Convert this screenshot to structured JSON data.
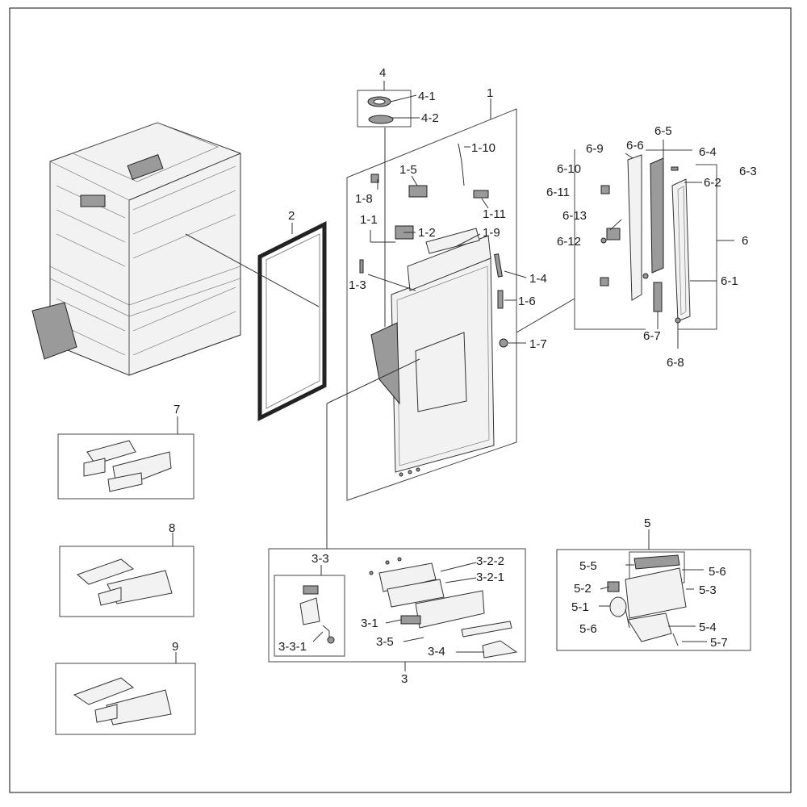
{
  "callouts": [
    {
      "id": "4",
      "text": "4"
    },
    {
      "id": "4-1",
      "text": "4-1"
    },
    {
      "id": "4-2",
      "text": "4-2"
    },
    {
      "id": "1",
      "text": "1"
    },
    {
      "id": "1-10",
      "text": "1-10"
    },
    {
      "id": "1-5",
      "text": "1-5"
    },
    {
      "id": "1-8",
      "text": "1-8"
    },
    {
      "id": "1-11",
      "text": "1-11"
    },
    {
      "id": "1-1",
      "text": "1-1"
    },
    {
      "id": "1-2",
      "text": "1-2"
    },
    {
      "id": "1-9",
      "text": "1-9"
    },
    {
      "id": "1-3",
      "text": "1-3"
    },
    {
      "id": "1-4",
      "text": "1-4"
    },
    {
      "id": "1-6",
      "text": "1-6"
    },
    {
      "id": "1-7",
      "text": "1-7"
    },
    {
      "id": "2",
      "text": "2"
    },
    {
      "id": "6-9",
      "text": "6-9"
    },
    {
      "id": "6-6",
      "text": "6-6"
    },
    {
      "id": "6-5",
      "text": "6-5"
    },
    {
      "id": "6-4",
      "text": "6-4"
    },
    {
      "id": "6-10",
      "text": "6-10"
    },
    {
      "id": "6-3",
      "text": "6-3"
    },
    {
      "id": "6-11",
      "text": "6-11"
    },
    {
      "id": "6-2",
      "text": "6-2"
    },
    {
      "id": "6-13",
      "text": "6-13"
    },
    {
      "id": "6",
      "text": "6"
    },
    {
      "id": "6-12",
      "text": "6-12"
    },
    {
      "id": "6-1",
      "text": "6-1"
    },
    {
      "id": "6-7",
      "text": "6-7"
    },
    {
      "id": "6-8",
      "text": "6-8"
    },
    {
      "id": "7",
      "text": "7"
    },
    {
      "id": "8",
      "text": "8"
    },
    {
      "id": "9",
      "text": "9"
    },
    {
      "id": "3-3",
      "text": "3-3"
    },
    {
      "id": "3-2-2",
      "text": "3-2-2"
    },
    {
      "id": "3-2-1",
      "text": "3-2-1"
    },
    {
      "id": "3-1",
      "text": "3-1"
    },
    {
      "id": "3-5",
      "text": "3-5"
    },
    {
      "id": "3-3-1",
      "text": "3-3-1"
    },
    {
      "id": "3-4",
      "text": "3-4"
    },
    {
      "id": "3",
      "text": "3"
    },
    {
      "id": "5",
      "text": "5"
    },
    {
      "id": "5-5",
      "text": "5-5"
    },
    {
      "id": "5-6a",
      "text": "5-6"
    },
    {
      "id": "5-2",
      "text": "5-2"
    },
    {
      "id": "5-3",
      "text": "5-3"
    },
    {
      "id": "5-1",
      "text": "5-1"
    },
    {
      "id": "5-6b",
      "text": "5-6"
    },
    {
      "id": "5-4",
      "text": "5-4"
    },
    {
      "id": "5-7",
      "text": "5-7"
    }
  ]
}
